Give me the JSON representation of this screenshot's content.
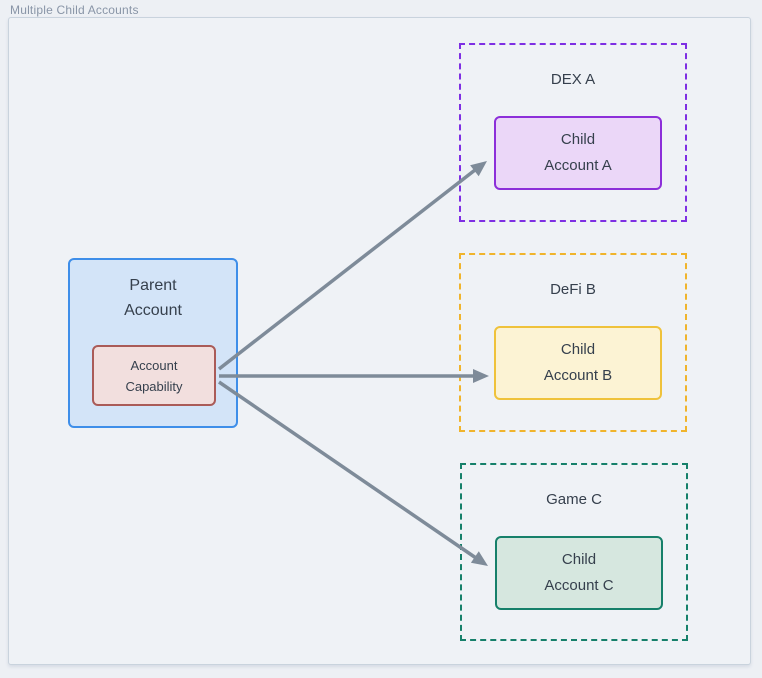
{
  "page": {
    "title": "Multiple Child Accounts"
  },
  "colors": {
    "arrow": "#7e8b99",
    "text": "#36404d",
    "title_text": "#8995a7",
    "parent_fill": "#d3e4f8",
    "parent_border": "#3e8ee9",
    "capability_fill": "#f2dfde",
    "capability_border": "#aa5b58"
  },
  "parent": {
    "label": [
      "Parent",
      "Account"
    ],
    "capability": [
      "Account",
      "Capability"
    ]
  },
  "groups": [
    {
      "name": "DEX A",
      "child": [
        "Child",
        "Account A"
      ],
      "dash_color": "#7e2fe3",
      "child_fill": "#ebd7f8",
      "child_border": "#8c2fd9"
    },
    {
      "name": "DeFi B",
      "child": [
        "Child",
        "Account B"
      ],
      "dash_color": "#f0b42c",
      "child_fill": "#fcf3d4",
      "child_border": "#efc23b"
    },
    {
      "name": "Game C",
      "child": [
        "Child",
        "Account C"
      ],
      "dash_color": "#16806a",
      "child_fill": "#d6e7df",
      "child_border": "#16806a"
    }
  ]
}
